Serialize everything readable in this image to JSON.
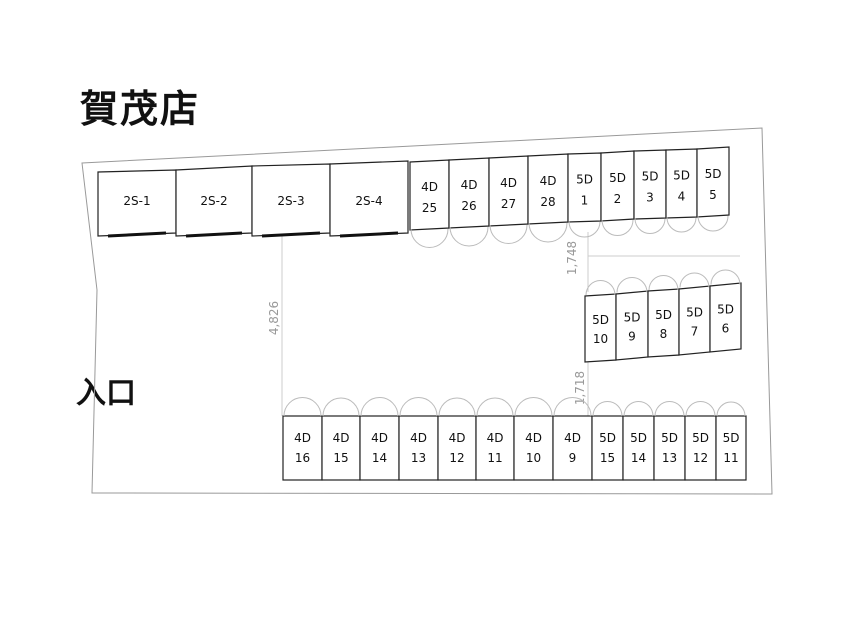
{
  "title": "賀茂店",
  "entrance_label": "入口",
  "dimensions": {
    "d1": "1,748",
    "d2": "4,826",
    "d3": "1,718"
  },
  "rows": {
    "two_s": [
      "2S-1",
      "2S-2",
      "2S-3",
      "2S-4"
    ],
    "top": [
      [
        "4D",
        "25"
      ],
      [
        "4D",
        "26"
      ],
      [
        "4D",
        "27"
      ],
      [
        "4D",
        "28"
      ],
      [
        "5D",
        "1"
      ],
      [
        "5D",
        "2"
      ],
      [
        "5D",
        "3"
      ],
      [
        "5D",
        "4"
      ],
      [
        "5D",
        "5"
      ]
    ],
    "middle": [
      [
        "5D",
        "10"
      ],
      [
        "5D",
        "9"
      ],
      [
        "5D",
        "8"
      ],
      [
        "5D",
        "7"
      ],
      [
        "5D",
        "6"
      ]
    ],
    "bottom": [
      [
        "4D",
        "16"
      ],
      [
        "4D",
        "15"
      ],
      [
        "4D",
        "14"
      ],
      [
        "4D",
        "13"
      ],
      [
        "4D",
        "12"
      ],
      [
        "4D",
        "11"
      ],
      [
        "4D",
        "10"
      ],
      [
        "4D",
        "9"
      ],
      [
        "5D",
        "15"
      ],
      [
        "5D",
        "14"
      ],
      [
        "5D",
        "13"
      ],
      [
        "5D",
        "12"
      ],
      [
        "5D",
        "11"
      ]
    ]
  }
}
